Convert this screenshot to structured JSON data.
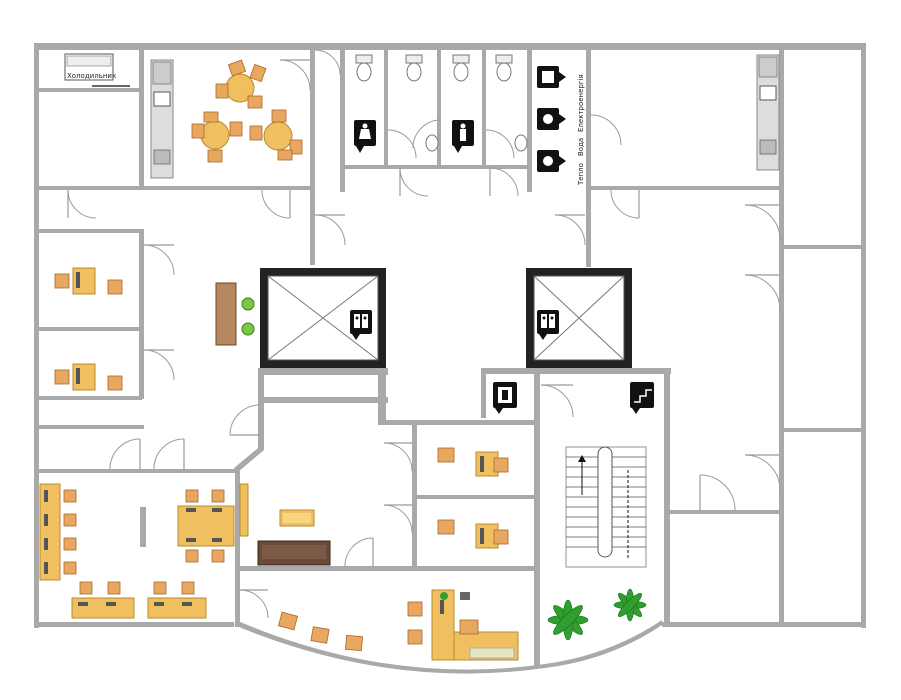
{
  "labels": {
    "fridge": "Холодильник",
    "utility_1": "Тепло",
    "utility_2": "Вода",
    "utility_3": "Електроенергія"
  },
  "icons": {
    "toilet_woman": "woman-restroom-icon",
    "toilet_man": "man-restroom-icon",
    "elevator": "elevator-icon",
    "emergency_exit": "emergency-exit-icon",
    "stairs": "stairs-icon",
    "utility_heat": "heat-meter-icon",
    "utility_water": "water-meter-icon",
    "utility_power": "power-meter-icon"
  },
  "colors": {
    "wall": "#a9a9a9",
    "desk": "#f0c060",
    "chair": "#e8a860",
    "sofa": "#6b4a3a",
    "plant": "#2fa02f",
    "sign": "#111111"
  }
}
